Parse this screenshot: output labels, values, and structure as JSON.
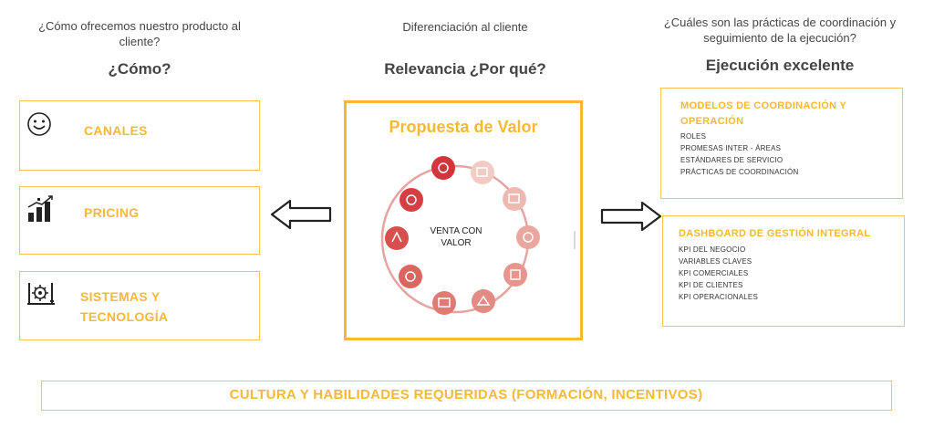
{
  "left": {
    "subtitle": "¿Cómo ofrecemos nuestro producto al cliente?",
    "heading": "¿Cómo?",
    "items": [
      {
        "label": "CANALES",
        "icon": "smiley-icon"
      },
      {
        "label": "PRICING",
        "icon": "pricing-chart-icon"
      },
      {
        "label_line1": "SISTEMAS Y",
        "label_line2": "TECNOLOGÍA",
        "icon": "gears-tools-icon"
      }
    ]
  },
  "center": {
    "subtitle": "Diferenciación al cliente",
    "heading": "Relevancia ¿Por qué?",
    "box_title": "Propuesta de Valor",
    "cycle_center_line1": "VENTA CON",
    "cycle_center_line2": "VALOR"
  },
  "right": {
    "subtitle_line1": "¿Cuáles son las prácticas de coordinación y",
    "subtitle_line2": "seguimiento de la ejecución?",
    "heading": "Ejecución excelente",
    "box1": {
      "title_line1": "MODELOS DE COORDINACIÓN Y",
      "title_line2": "OPERACIÓN",
      "items": [
        "ROLES",
        "PROMESAS INTER - ÁREAS",
        "ESTÁNDARES DE SERVICIO",
        "PRÁCTICAS DE COORDINACIÓN"
      ]
    },
    "box2": {
      "title": "DASHBOARD DE GESTIÓN INTEGRAL",
      "items": [
        "KPI DEL NEGOCIO",
        "VARIABLES CLAVES",
        "KPI COMERCIALES",
        "KPI DE CLIENTES",
        "KPI OPERACIONALES"
      ]
    }
  },
  "footer": {
    "label": "CULTURA Y HABILIDADES REQUERIDAS (FORMACIÓN, INCENTIVOS)"
  },
  "colors": {
    "accent": "#f5b935",
    "cycle_reds": [
      "#d2363c",
      "#f2c8c0",
      "#e9a7a0",
      "#e5857c",
      "#dd6a64"
    ]
  }
}
